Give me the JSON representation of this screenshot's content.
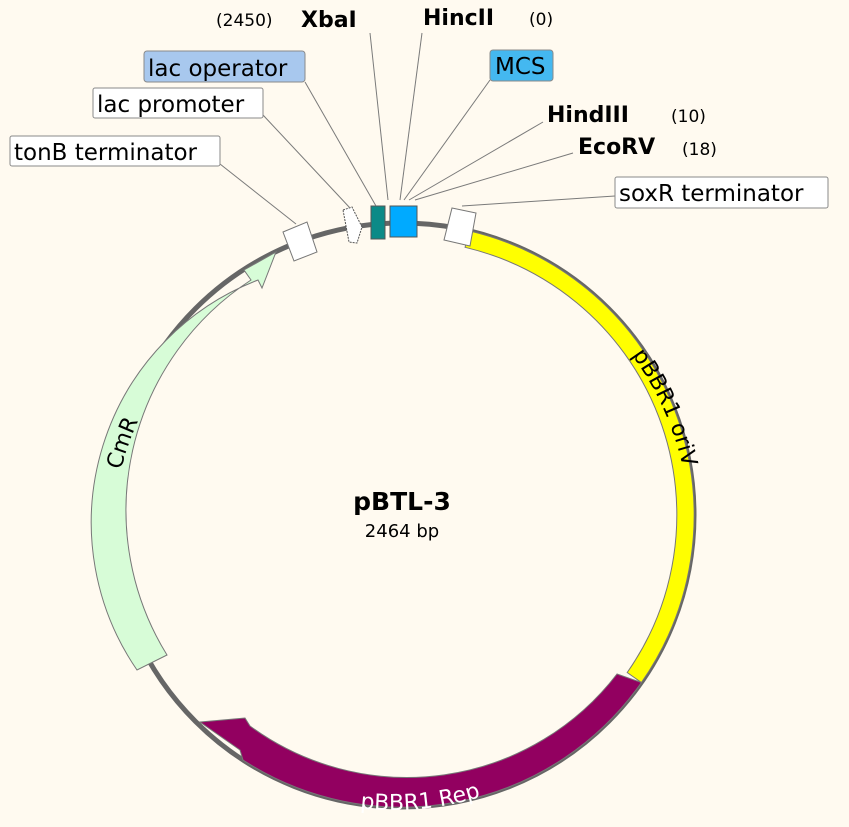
{
  "plasmid": {
    "name": "pBTL-3",
    "size_label": "2464 bp"
  },
  "features": {
    "cmr": {
      "label": "CmR",
      "color": "#d7fcd7",
      "direction": "counterclockwise"
    },
    "pbbr1_oriv": {
      "label": "pBBR1 oriV",
      "color": "#ffff00"
    },
    "pbbr1_rep": {
      "label": "pBBR1 Rep",
      "color": "#920060",
      "direction": "counterclockwise"
    },
    "tonb_terminator": {
      "label": "tonB terminator",
      "color": "#ffffff"
    },
    "lac_promoter": {
      "label": "lac promoter",
      "color": "#ffffff"
    },
    "lac_operator": {
      "label": "lac operator",
      "color": "#0b8a87",
      "label_bg": "#a8c8ee"
    },
    "mcs": {
      "label": "MCS",
      "color": "#00aaff",
      "label_bg": "#44b8f0"
    },
    "soxr_terminator": {
      "label": "soxR terminator",
      "color": "#ffffff"
    }
  },
  "sites": {
    "xbai": {
      "name": "XbaI",
      "position": "(2450)"
    },
    "hincii": {
      "name": "HincII",
      "position": "(0)"
    },
    "hindiii": {
      "name": "HindIII",
      "position": "(10)"
    },
    "ecorv": {
      "name": "EcoRV",
      "position": "(18)"
    }
  }
}
